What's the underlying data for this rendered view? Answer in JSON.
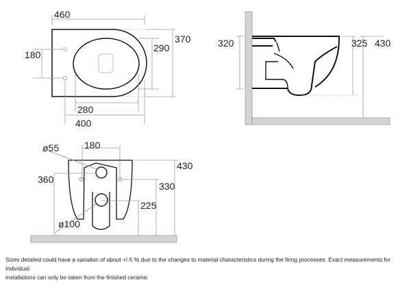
{
  "top_view": {
    "width": "460",
    "depth_total": "370",
    "seat_width": "290",
    "fixing_distance": "180",
    "seat_depth": "280",
    "projection": "400"
  },
  "side_view": {
    "fixing_height": "320",
    "bowl_rim_height": "325",
    "total_height": "430"
  },
  "front_view": {
    "inlet_diameter": "ø55",
    "fixing_distance": "180",
    "total_height": "430",
    "inlet_height": "360",
    "fixing_height": "330",
    "outlet_height": "225",
    "outlet_diameter": "ø100"
  },
  "note": {
    "line1": "Sizes detailed could have a variation of about +/-5 % due to the changes to  material characteristics during the firing processes. Exact measurements for individual",
    "line2": "installations can only be taken from the finished ceramic"
  }
}
